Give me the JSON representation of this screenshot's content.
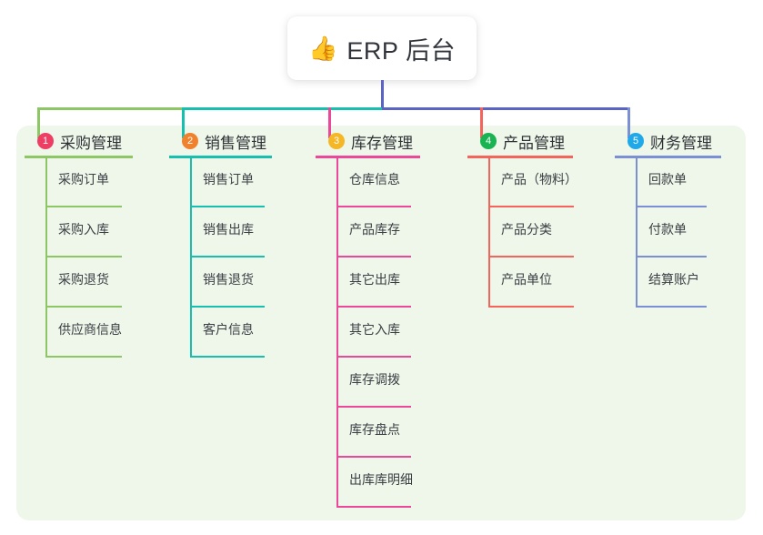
{
  "diagram": {
    "type": "mind-map",
    "root": {
      "icon": "thumbs-up-icon",
      "emoji": "👍",
      "title": "ERP 后台"
    },
    "panel_color": "#eef7e9",
    "root_stem_color": "#5b63c4",
    "branches": [
      {
        "number": "1",
        "title": "采购管理",
        "badge_color": "#ef3e63",
        "line_color": "#8cc665",
        "items": [
          "采购订单",
          "采购入库",
          "采购退货",
          "供应商信息"
        ]
      },
      {
        "number": "2",
        "title": "销售管理",
        "badge_color": "#f0822e",
        "line_color": "#16bfae",
        "items": [
          "销售订单",
          "销售出库",
          "销售退货",
          "客户信息"
        ]
      },
      {
        "number": "3",
        "title": "库存管理",
        "badge_color": "#f5b725",
        "line_color": "#ec4899",
        "items": [
          "仓库信息",
          "产品库存",
          "其它出库",
          "其它入库",
          "库存调拨",
          "库存盘点",
          "出库库明细"
        ]
      },
      {
        "number": "4",
        "title": "产品管理",
        "badge_color": "#19b352",
        "line_color": "#f4645a",
        "items": [
          "产品（物料）",
          "产品分类",
          "产品单位"
        ]
      },
      {
        "number": "5",
        "title": "财务管理",
        "badge_color": "#20a9e8",
        "line_color": "#7b8fd4",
        "items": [
          "回款单",
          "付款单",
          "结算账户"
        ]
      }
    ]
  }
}
